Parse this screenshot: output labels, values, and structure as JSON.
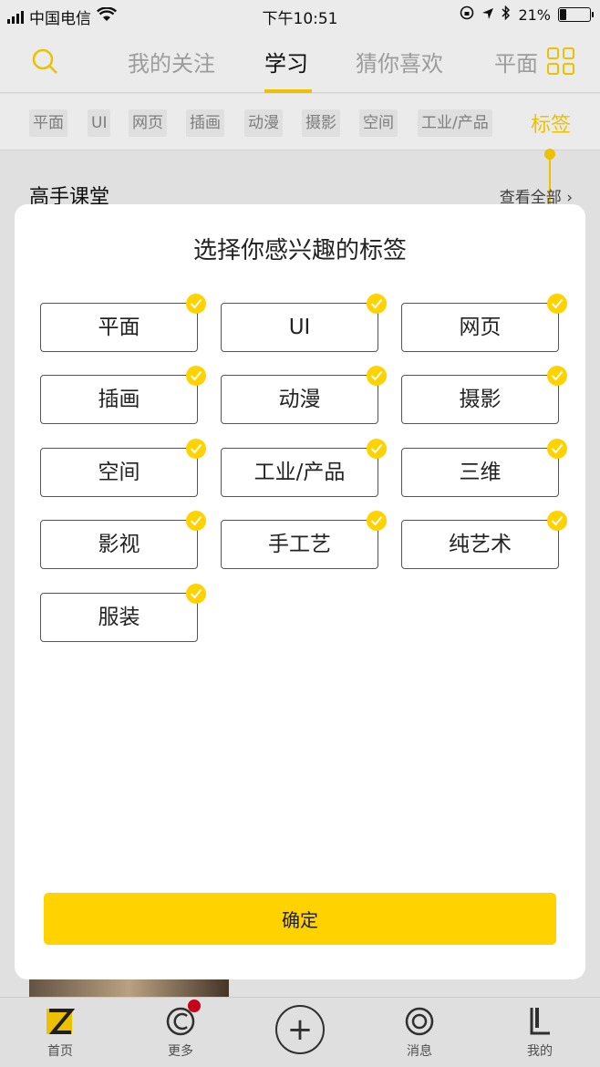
{
  "status": {
    "carrier": "中国电信",
    "time": "下午10:51",
    "battery": "21%"
  },
  "nav": {
    "tabs": [
      {
        "label": "我的关注"
      },
      {
        "label": "学习"
      },
      {
        "label": "猜你喜欢"
      },
      {
        "label": "平面"
      }
    ]
  },
  "chips": [
    "平面",
    "UI",
    "网页",
    "插画",
    "动漫",
    "摄影",
    "空间",
    "工业/产品"
  ],
  "chips_tag_link": "标签",
  "section": {
    "title": "高手课堂",
    "view_all": "查看全部"
  },
  "tabbar": {
    "home": "首页",
    "more": "更多",
    "messages": "消息",
    "mine": "我的"
  },
  "modal": {
    "title": "选择你感兴趣的标签",
    "tags": [
      "平面",
      "UI",
      "网页",
      "插画",
      "动漫",
      "摄影",
      "空间",
      "工业/产品",
      "三维",
      "影视",
      "手工艺",
      "纯艺术",
      "服装"
    ],
    "confirm": "确定"
  },
  "colors": {
    "accent": "#FFD200"
  }
}
